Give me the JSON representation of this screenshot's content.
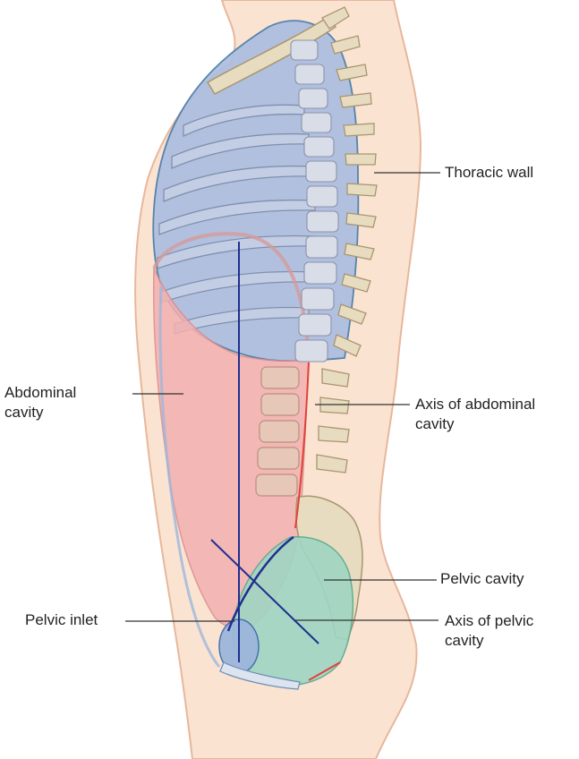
{
  "labels": {
    "thoracic_wall": "Thoracic wall",
    "abdominal_cavity": [
      "Abdominal",
      "cavity"
    ],
    "axis_abdominal": [
      "Axis of abdominal",
      "cavity"
    ],
    "pelvic_cavity": "Pelvic cavity",
    "pelvic_inlet": "Pelvic inlet",
    "axis_pelvic": [
      "Axis of pelvic",
      "cavity"
    ]
  },
  "colors": {
    "skin": "#fbe3d2",
    "skin_outline": "#e7b79c",
    "thorax_fill": "#aebfdf",
    "abdomen_fill": "#f2b0b0",
    "pelvis_fill": "#9fd6c3",
    "bone": "#e8dcc0",
    "bone_outline": "#a89570",
    "axis_line": "#1f2f8f",
    "leader_line": "#333333",
    "peritoneum_red": "#e0433a"
  }
}
